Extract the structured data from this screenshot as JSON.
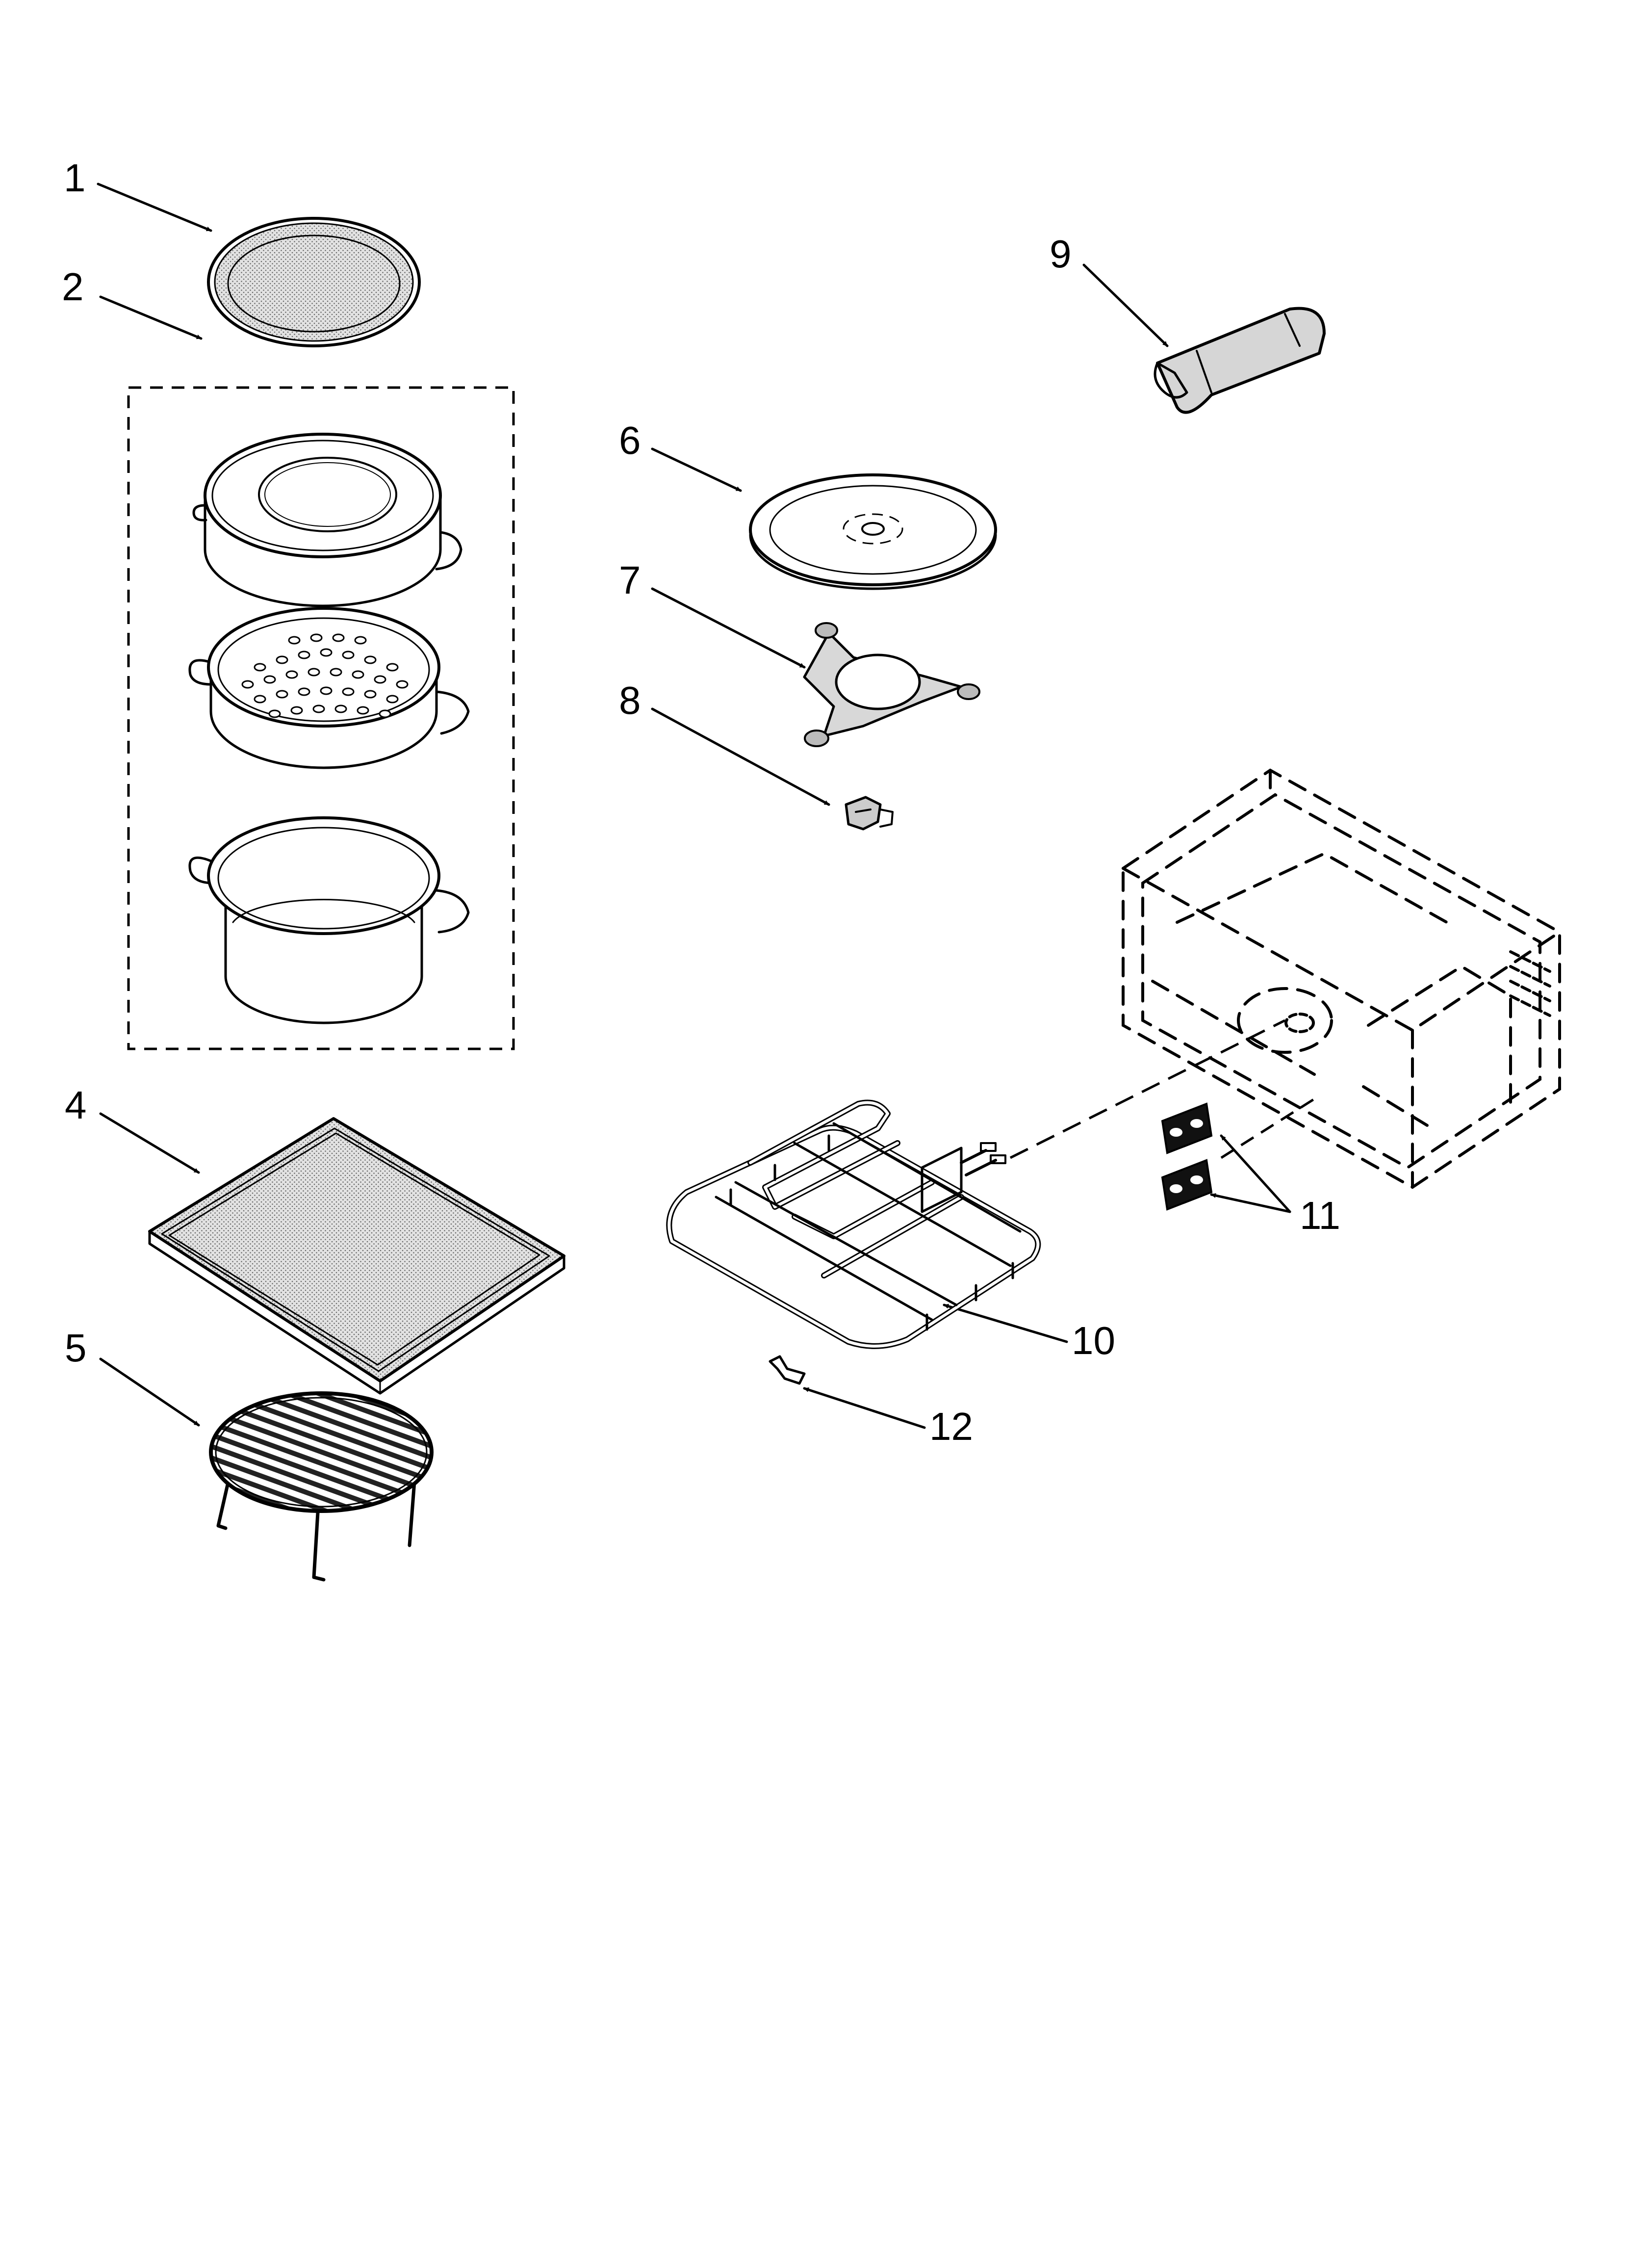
{
  "diagram": {
    "callouts": [
      {
        "id": "1",
        "label": "1"
      },
      {
        "id": "2",
        "label": "2"
      },
      {
        "id": "4",
        "label": "4"
      },
      {
        "id": "5",
        "label": "5"
      },
      {
        "id": "6",
        "label": "6"
      },
      {
        "id": "7",
        "label": "7"
      },
      {
        "id": "8",
        "label": "8"
      },
      {
        "id": "9",
        "label": "9"
      },
      {
        "id": "10",
        "label": "10"
      },
      {
        "id": "11",
        "label": "11"
      },
      {
        "id": "12",
        "label": "12"
      }
    ]
  }
}
